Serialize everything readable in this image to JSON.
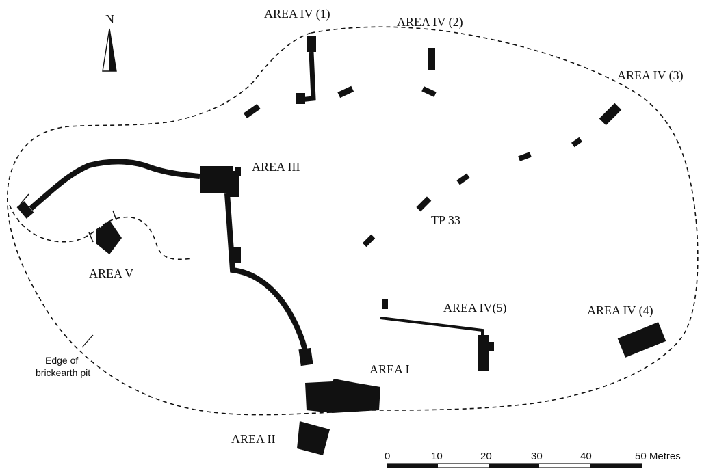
{
  "north_arrow": {
    "letter": "N"
  },
  "areas": {
    "area_i": "AREA I",
    "area_ii": "AREA II",
    "area_iii": "AREA III",
    "area_iv_1": "AREA IV (1)",
    "area_iv_2": "AREA IV (2)",
    "area_iv_3": "AREA IV (3)",
    "area_iv_4": "AREA IV (4)",
    "area_iv_5": "AREA IV(5)",
    "area_v": "AREA V",
    "tp33": "TP 33"
  },
  "edge_label": {
    "line1": "Edge of",
    "line2": "brickearth pit"
  },
  "scale_bar": {
    "ticks": [
      "0",
      "10",
      "20",
      "30",
      "40"
    ],
    "end_label": "50 Metres"
  },
  "colors": {
    "ink": "#111111",
    "paper": "#ffffff"
  }
}
